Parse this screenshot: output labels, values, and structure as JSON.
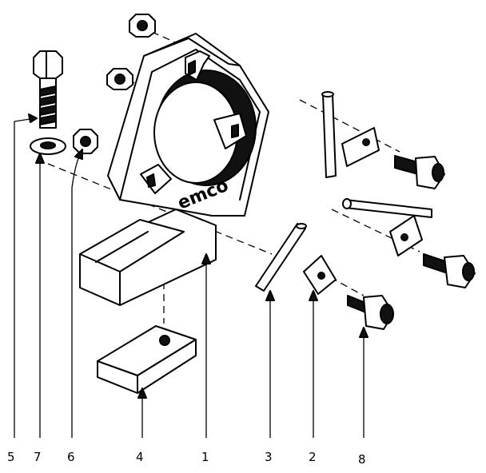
{
  "brand": "emco",
  "callouts": [
    {
      "id": "5",
      "label": "5"
    },
    {
      "id": "7",
      "label": "7"
    },
    {
      "id": "6",
      "label": "6"
    },
    {
      "id": "4",
      "label": "4"
    },
    {
      "id": "1",
      "label": "1"
    },
    {
      "id": "3",
      "label": "3"
    },
    {
      "id": "2",
      "label": "2"
    },
    {
      "id": "8",
      "label": "8"
    }
  ],
  "colors": {
    "ink": "#000000",
    "paper": "#ffffff"
  }
}
